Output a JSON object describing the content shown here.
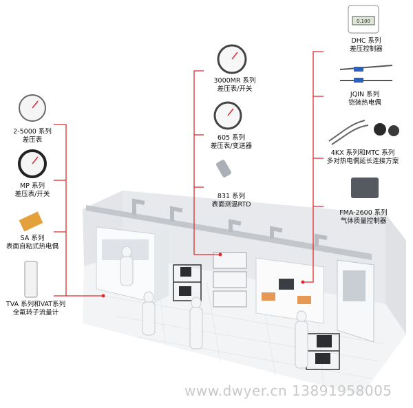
{
  "products": [
    {
      "id": "dhc",
      "name": "DHC 系列",
      "desc": "差压控制器"
    },
    {
      "id": "3000mr",
      "name": "3000MR 系列",
      "desc": "差压表/开关"
    },
    {
      "id": "jqin",
      "name": "JQIN 系列",
      "desc": "铠装热电偶"
    },
    {
      "id": "2-5000",
      "name": "2-5000 系列",
      "desc": "差压表"
    },
    {
      "id": "605",
      "name": "605 系列",
      "desc": "差压表/变送器"
    },
    {
      "id": "4kx",
      "name": "4KX 系列和MTC 系列",
      "desc": "多对热电偶延长连接方案"
    },
    {
      "id": "mp",
      "name": "MP 系列",
      "desc": "差压表/开关"
    },
    {
      "id": "831",
      "name": "831 系列",
      "desc": "表面测温RTD"
    },
    {
      "id": "fma2600",
      "name": "FMA-2600 系列",
      "desc": "气体质量控制器"
    },
    {
      "id": "sa",
      "name": "SA 系列",
      "desc": "表面自粘式热电偶"
    },
    {
      "id": "tva",
      "name": "TVA 系列和VAT系列",
      "desc": "全氟转子流量计"
    }
  ],
  "dhc_display": "0.100",
  "watermark": "www.dwyer.cn 13891958005",
  "colors": {
    "accent": "#e0282b",
    "wall": "#ecedef",
    "floor": "#f4f5f7"
  }
}
